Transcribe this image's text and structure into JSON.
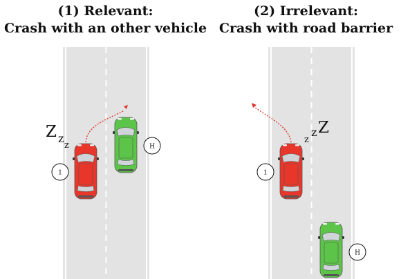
{
  "panels": [
    {
      "title_line1": "(1) Relevant:",
      "title_line2": "Crash with an other vehicle",
      "driver_marker": "1",
      "other_marker": "H",
      "sleep_letters": [
        "Z",
        "z",
        "z"
      ]
    },
    {
      "title_line1": "(2) Irrelevant:",
      "title_line2": "Crash with road barrier",
      "driver_marker": "1",
      "other_marker": "H",
      "sleep_letters": [
        "z",
        "z",
        "Z"
      ]
    }
  ],
  "colors": {
    "road": "#e3e3e3",
    "lane_line": "#ffffff",
    "driver_car": "#e8362a",
    "other_car": "#5cc448",
    "trajectory": "#e03026"
  }
}
